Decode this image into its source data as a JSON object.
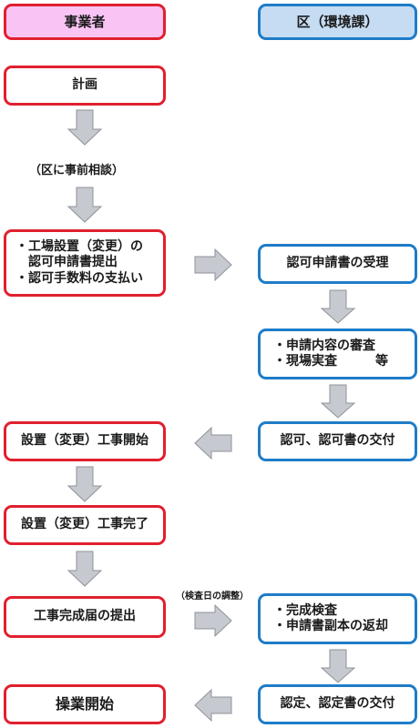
{
  "headers": {
    "business": "事業者",
    "ward": "区（環境課）"
  },
  "steps": {
    "plan": "計画",
    "consult_note": "（区に事前相談）",
    "apply_line1": "・工場設置（変更）の",
    "apply_line2": "　認可申請書提出",
    "apply_line3": "・認可手数料の支払い",
    "receive": "認可申請書の受理",
    "review_line1": "・申請内容の審査",
    "review_line2": "・現場実査　　　等",
    "approve": "認可、認可書の交付",
    "start_work": "設置（変更）工事開始",
    "finish_work": "設置（変更）工事完了",
    "schedule_note": "（検査日の調整）",
    "submit_report": "工事完成届の提出",
    "inspect_line1": "・完成検査",
    "inspect_line2": "・申請書副本の返却",
    "certify": "認定、認定書の交付",
    "operation": "操業開始"
  },
  "colors": {
    "business_border": "#e0202e",
    "ward_border": "#1f7cc7",
    "business_header_bg": "#f9c4f4",
    "ward_header_bg": "#c5dcf3",
    "arrow_fill": "#c6c9cf"
  }
}
